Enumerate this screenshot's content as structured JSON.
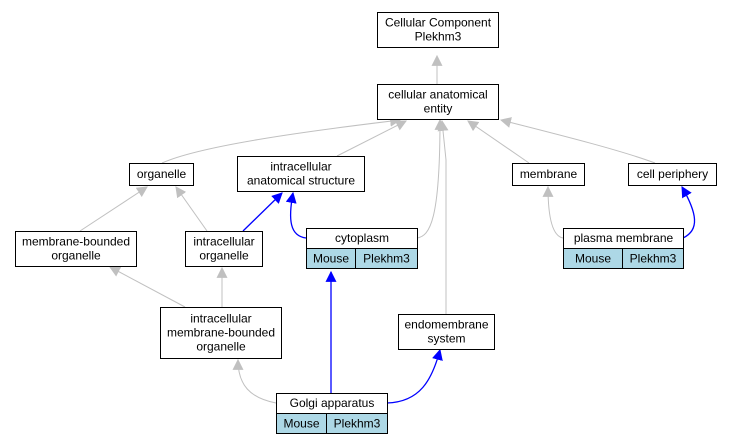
{
  "nodes": {
    "cellular_component": {
      "lines": [
        "Cellular Component",
        "Plekhm3"
      ]
    },
    "cellular_anatomical_entity": {
      "lines": [
        "cellular anatomical",
        "entity"
      ]
    },
    "organelle": {
      "lines": [
        "organelle"
      ]
    },
    "intracellular_anatomical_structure": {
      "lines": [
        "intracellular",
        "anatomical structure"
      ]
    },
    "membrane": {
      "lines": [
        "membrane"
      ]
    },
    "cell_periphery": {
      "lines": [
        "cell periphery"
      ]
    },
    "membrane_bounded_organelle": {
      "lines": [
        "membrane-bounded",
        "organelle"
      ]
    },
    "intracellular_organelle": {
      "lines": [
        "intracellular",
        "organelle"
      ]
    },
    "cytoplasm": {
      "lines": [
        "cytoplasm"
      ],
      "annotation": [
        "Mouse",
        "Plekhm3"
      ]
    },
    "plasma_membrane": {
      "lines": [
        "plasma membrane"
      ],
      "annotation": [
        "Mouse",
        "Plekhm3"
      ]
    },
    "intracellular_membrane_bounded_organelle": {
      "lines": [
        "intracellular",
        "membrane-bounded",
        "organelle"
      ]
    },
    "endomembrane_system": {
      "lines": [
        "endomembrane",
        "system"
      ]
    },
    "golgi_apparatus": {
      "lines": [
        "Golgi apparatus"
      ],
      "annotation": [
        "Mouse",
        "Plekhm3"
      ]
    }
  },
  "edges": [
    {
      "from": "cellular_anatomical_entity",
      "to": "cellular_component",
      "kind": "is_a"
    },
    {
      "from": "organelle",
      "to": "cellular_anatomical_entity",
      "kind": "is_a"
    },
    {
      "from": "intracellular_anatomical_structure",
      "to": "cellular_anatomical_entity",
      "kind": "is_a"
    },
    {
      "from": "cytoplasm",
      "to": "cellular_anatomical_entity",
      "kind": "is_a"
    },
    {
      "from": "endomembrane_system",
      "to": "cellular_anatomical_entity",
      "kind": "is_a"
    },
    {
      "from": "membrane",
      "to": "cellular_anatomical_entity",
      "kind": "is_a"
    },
    {
      "from": "cell_periphery",
      "to": "cellular_anatomical_entity",
      "kind": "is_a"
    },
    {
      "from": "membrane_bounded_organelle",
      "to": "organelle",
      "kind": "is_a"
    },
    {
      "from": "intracellular_organelle",
      "to": "organelle",
      "kind": "is_a"
    },
    {
      "from": "intracellular_organelle",
      "to": "intracellular_anatomical_structure",
      "kind": "part_of"
    },
    {
      "from": "cytoplasm",
      "to": "intracellular_anatomical_structure",
      "kind": "part_of"
    },
    {
      "from": "plasma_membrane",
      "to": "membrane",
      "kind": "is_a"
    },
    {
      "from": "plasma_membrane",
      "to": "cell_periphery",
      "kind": "part_of"
    },
    {
      "from": "intracellular_membrane_bounded_organelle",
      "to": "membrane_bounded_organelle",
      "kind": "is_a"
    },
    {
      "from": "intracellular_membrane_bounded_organelle",
      "to": "intracellular_organelle",
      "kind": "is_a"
    },
    {
      "from": "golgi_apparatus",
      "to": "intracellular_membrane_bounded_organelle",
      "kind": "is_a"
    },
    {
      "from": "golgi_apparatus",
      "to": "cytoplasm",
      "kind": "part_of"
    },
    {
      "from": "golgi_apparatus",
      "to": "endomembrane_system",
      "kind": "part_of"
    }
  ],
  "colors": {
    "is_a": "#c0c0c0",
    "part_of": "#0000ff",
    "annotation_fill": "#add8e6",
    "node_fill": "#ffffff",
    "node_stroke": "#000000"
  }
}
